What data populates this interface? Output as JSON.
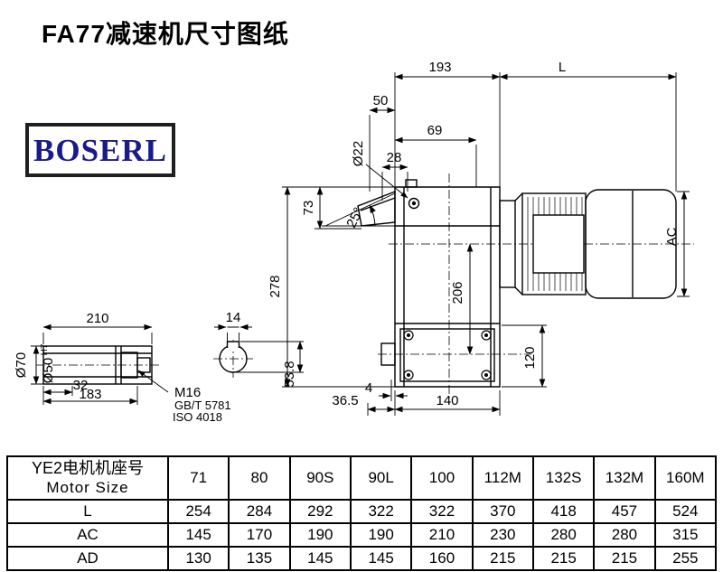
{
  "page": {
    "title": "FA77减速机尺寸图纸"
  },
  "logo": {
    "text": "BOSERL"
  },
  "colors": {
    "logo_text": "#1a1a8c",
    "logo_border": "#1f1f1f",
    "line": "#000000"
  },
  "drawing": {
    "dims": {
      "w193": "193",
      "len_l": "L",
      "w50": "50",
      "w69": "69",
      "w28": "28",
      "dia22": "Ø22",
      "h73": "73",
      "ang25": "25°",
      "h278": "278",
      "h206": "206",
      "ac": "AC",
      "h120": "120",
      "step4": "4",
      "w36_5": "36.5",
      "w140": "140",
      "shaft_len": "210",
      "key_w": "14",
      "dia70": "Ø70",
      "dia50": "Ø50",
      "dia50_tol": "H7",
      "w32": "32",
      "w183": "183",
      "bolt": "M16",
      "std_gb": "GB/T 5781",
      "std_iso": "ISO 4018",
      "key_h": "53.8"
    }
  },
  "table": {
    "header": {
      "title_cn": "YE2电机机座号",
      "title_en": "Motor Size",
      "sizes": [
        "71",
        "80",
        "90S",
        "90L",
        "100",
        "112M",
        "132S",
        "132M",
        "160M"
      ]
    },
    "rows": [
      {
        "label": "L",
        "values": [
          "254",
          "284",
          "292",
          "322",
          "322",
          "370",
          "418",
          "457",
          "524"
        ]
      },
      {
        "label": "AC",
        "values": [
          "145",
          "170",
          "190",
          "190",
          "210",
          "230",
          "280",
          "280",
          "315"
        ]
      },
      {
        "label": "AD",
        "values": [
          "130",
          "135",
          "145",
          "145",
          "160",
          "215",
          "215",
          "215",
          "255"
        ]
      }
    ]
  }
}
